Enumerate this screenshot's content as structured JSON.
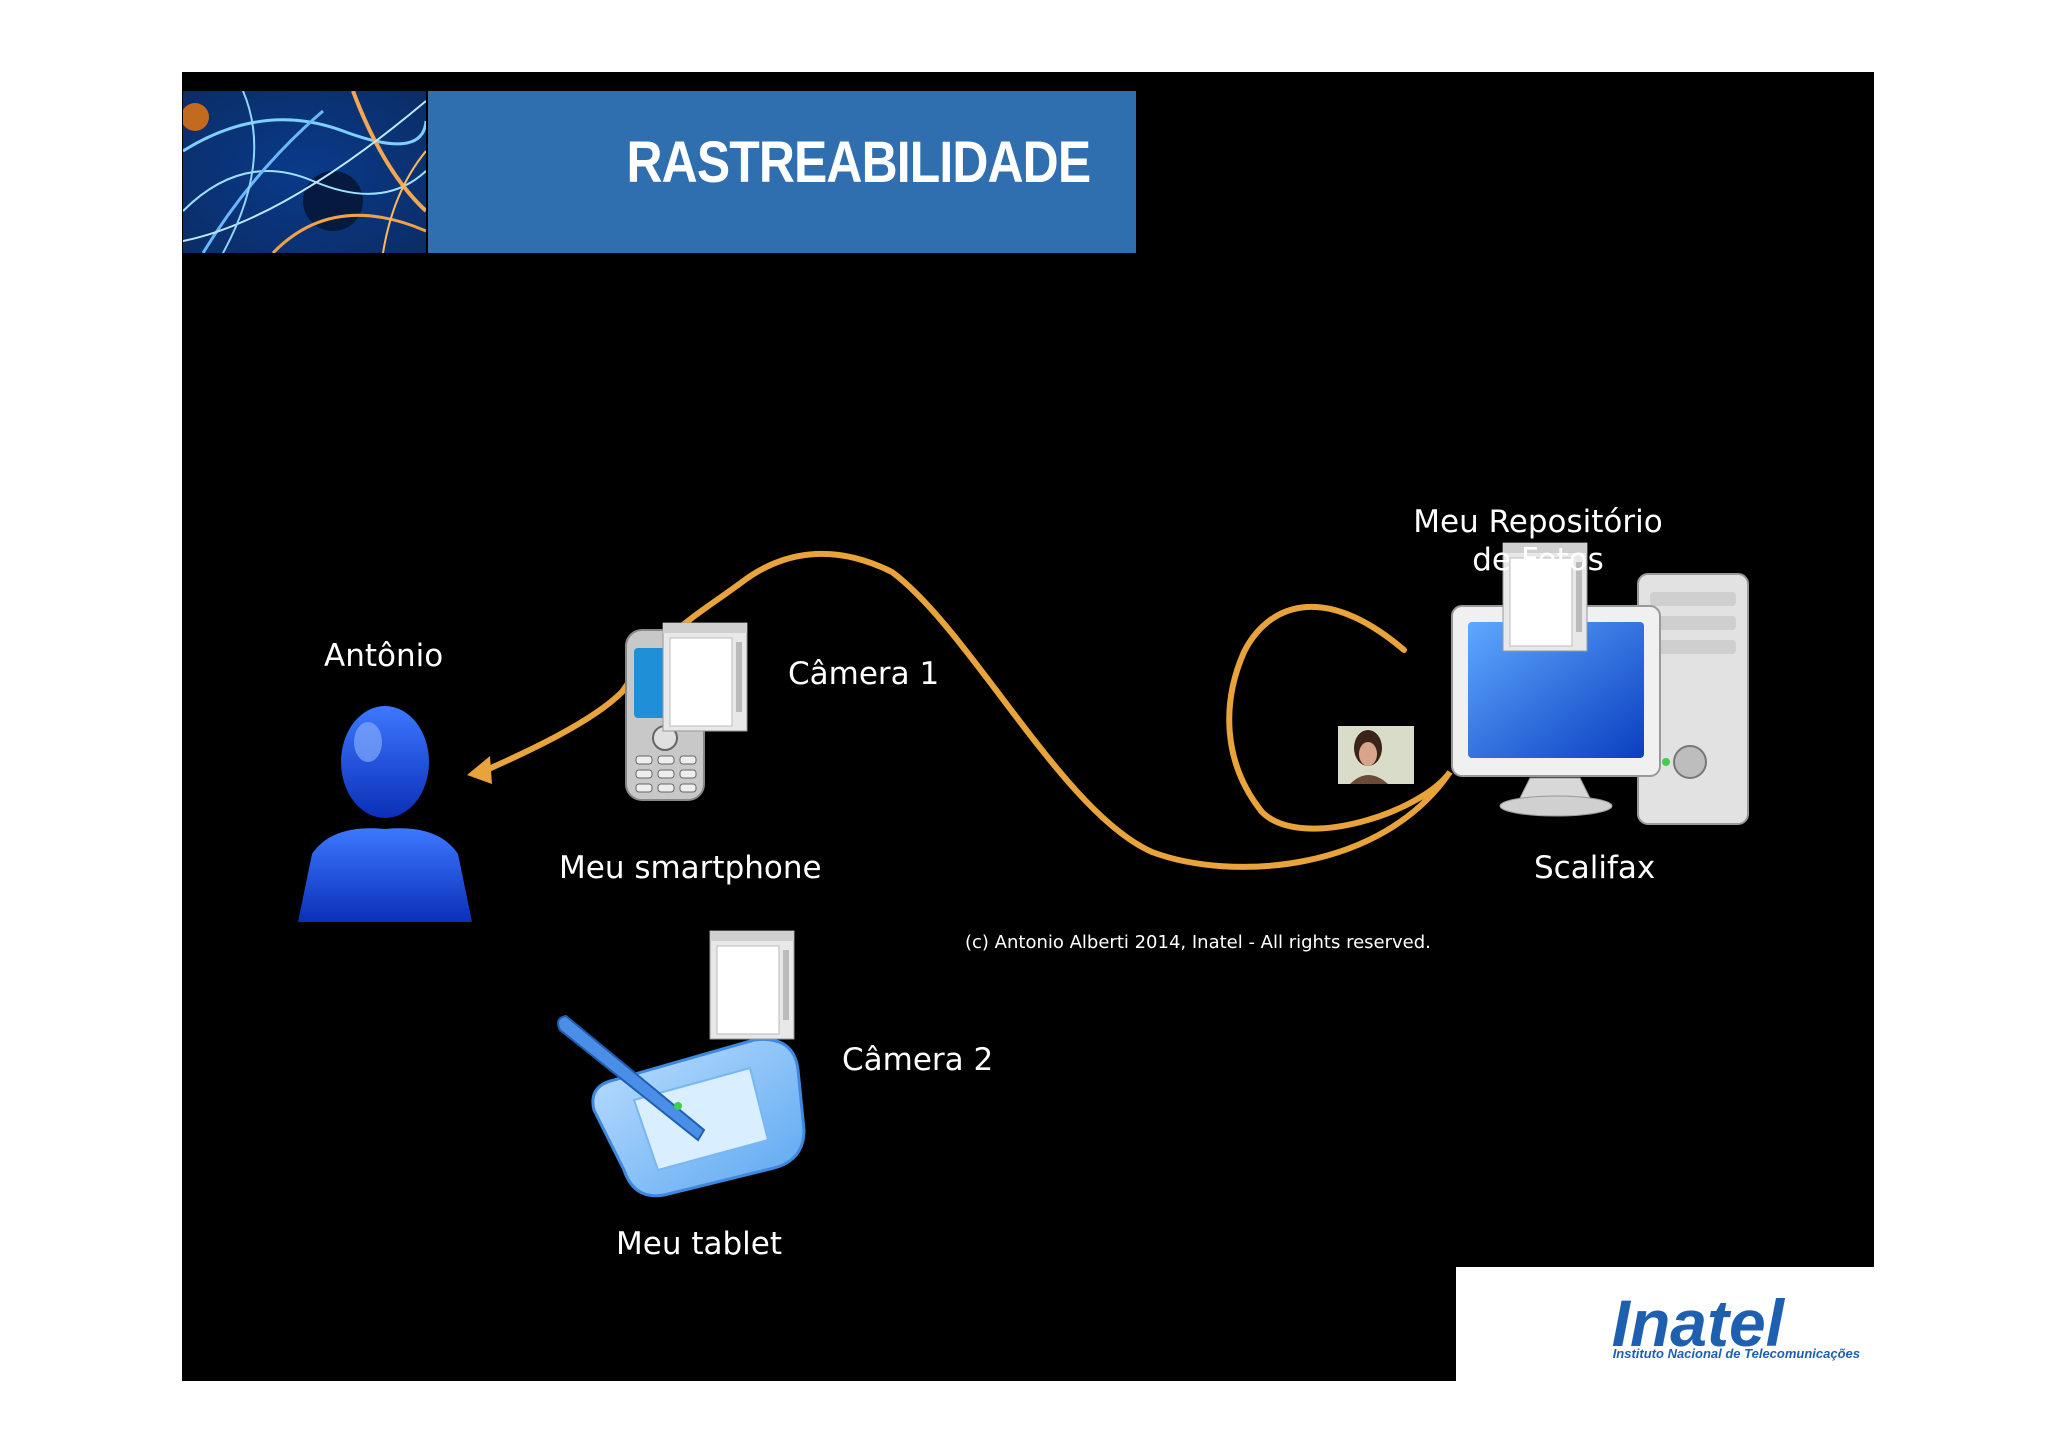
{
  "slide": {
    "title": "RASTREABILIDADE",
    "copyright": "(c) Antonio Alberti 2014, Inatel - All rights reserved."
  },
  "nodes": {
    "person": {
      "label": "Antônio",
      "icon": "user-silhouette-icon"
    },
    "smartphone": {
      "label": "Meu smartphone",
      "camera_label": "Câmera 1",
      "icon": "smartphone-icon"
    },
    "tablet": {
      "label": "Meu tablet",
      "camera_label": "Câmera 2",
      "icon": "tablet-pen-icon"
    },
    "repository": {
      "label_line1": "Meu Repositório",
      "label_line2": "de Fotos",
      "name": "Scalifax",
      "icon": "desktop-computer-icon"
    }
  },
  "logo": {
    "name": "Inatel",
    "subtitle": "Instituto Nacional de Telecomunicações"
  },
  "colors": {
    "background": "#000000",
    "title_bar": "#2f6fb0",
    "flow_arrow": "#e8a33a",
    "logo": "#1f5fb0"
  }
}
